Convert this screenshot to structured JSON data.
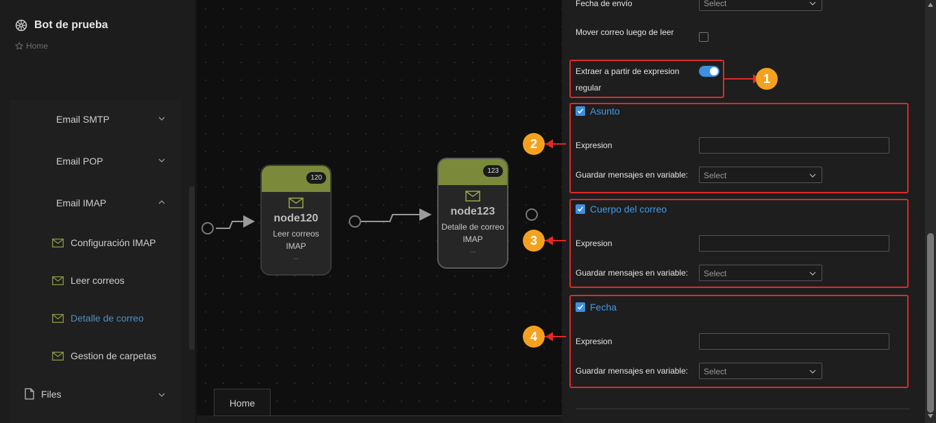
{
  "sidebar": {
    "title": "Bot de prueba",
    "breadcrumb": "Home",
    "groups": [
      {
        "label": "Email SMTP"
      },
      {
        "label": "Email POP"
      },
      {
        "label": "Email IMAP"
      }
    ],
    "imap_items": [
      {
        "label": "Configuración IMAP"
      },
      {
        "label": "Leer correos"
      },
      {
        "label": "Detalle de correo"
      },
      {
        "label": "Gestion de carpetas"
      }
    ],
    "files_label": "Files"
  },
  "canvas": {
    "nodes": [
      {
        "badge": "120",
        "name": "node120",
        "desc_line1": "Leer correos",
        "desc_line2": "IMAP",
        "dots": "..."
      },
      {
        "badge": "123",
        "name": "node123",
        "desc_line1": "Detalle de correo",
        "desc_line2": "IMAP",
        "dots": "..."
      }
    ],
    "tab_label": "Home"
  },
  "panel": {
    "fecha_envio_label": "Fecha de envío",
    "mover_label": "Mover correo luego de leer",
    "extraer_label_line1": "Extraer a partir de expresion",
    "extraer_label_line2": "regular",
    "select_placeholder": "Select",
    "sections": [
      {
        "title": "Asunto",
        "expr_label": "Expresion",
        "var_label": "Guardar mensajes en variable:"
      },
      {
        "title": "Cuerpo del correo",
        "expr_label": "Expresion",
        "var_label": "Guardar mensajes en variable:"
      },
      {
        "title": "Fecha",
        "expr_label": "Expresion",
        "var_label": "Guardar mensajes en variable:"
      }
    ]
  },
  "annotations": {
    "markers": [
      "1",
      "2",
      "3",
      "4"
    ]
  },
  "colors": {
    "accent": "#3d8fe0",
    "node_header": "#7a8a3a",
    "annotation_red": "#e02a2a",
    "marker_orange": "#f4a21e",
    "active_link": "#4f8fc0"
  }
}
